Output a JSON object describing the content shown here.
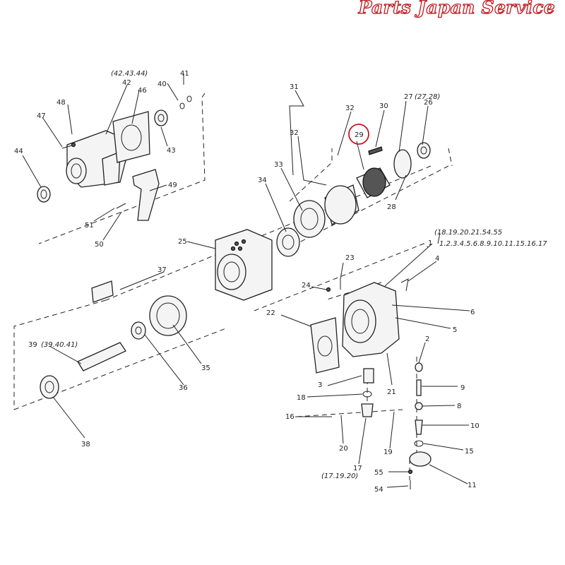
{
  "brand": "Parts Japan Service",
  "highlight_color": "#c0191f",
  "highlighted_part": "29",
  "labels": {
    "p1": "1",
    "p2": "2",
    "p3": "3",
    "p4": "4",
    "p5": "5",
    "p6": "6",
    "p8": "8",
    "p9": "9",
    "p10": "10",
    "p11": "11",
    "p15": "15",
    "p16": "16",
    "p17": "17",
    "p17g": "(17.19.20)",
    "p18": "18",
    "p19": "19",
    "p20": "20",
    "p21": "21",
    "p22": "22",
    "p23": "23",
    "p24": "24",
    "p25": "25",
    "p26": "26",
    "p27": "27",
    "p27g": "(27.28)",
    "p28": "28",
    "p29": "29",
    "p30": "30",
    "p31": "31",
    "p32a": "32",
    "p32b": "32",
    "p33": "33",
    "p34": "34",
    "p35": "35",
    "p36": "36",
    "p37": "37",
    "p38": "38",
    "p39": "39",
    "p39g": "(39.40.41)",
    "p40": "40",
    "p41": "41",
    "p42": "42",
    "p42g": "(42.43.44)",
    "p43": "43",
    "p44": "44",
    "p46": "46",
    "p47": "47",
    "p48": "48",
    "p49": "49",
    "p50": "50",
    "p51": "51",
    "p54": "54",
    "p55": "55",
    "p1g_a": "(18.19.20.21.54.55",
    "p1g_b": "1.2.3.4.5.6.8.9.10.11.15.16.17"
  }
}
